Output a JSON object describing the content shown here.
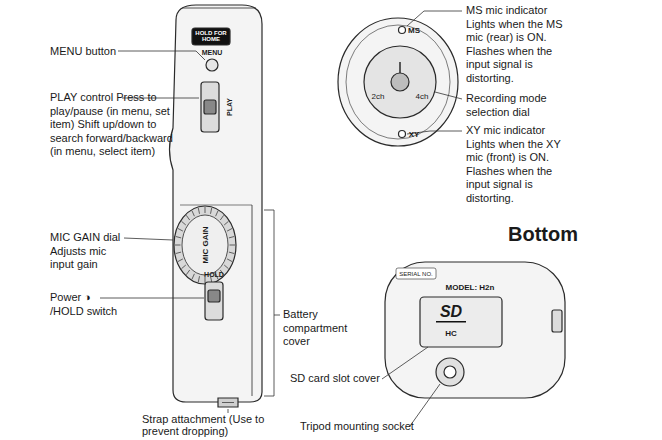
{
  "diagram": {
    "labels": [
      "MENU button",
      "PLAY control Press to play/pause (in menu, set item) Shift up/down to search forward/backward (in menu, select item)",
      "MIC GAIN dial Adjusts mic input gain",
      "Power ◑ /HOLD switch",
      "Strap attachment (Use to prevent dropping)",
      "Battery compartment cover",
      "MS mic indicator Lights when the MS mic (rear) is ON. Flashes when the input signal is distorting.",
      "Recording mode selection dial",
      "XY mic indicator Lights when the XY mic (front) is ON. Flashes when the input signal is distorting.",
      "Bottom",
      "SD card slot cover",
      "Tripod mounting socket",
      "HOLD FOR HOME",
      "MENU",
      "PLAY",
      "MIC GAIN",
      "HOLD",
      "MS",
      "XY",
      "2ch",
      "4ch",
      "SERIAL NO.",
      "MODEL: H2n",
      "SD",
      "HC"
    ]
  }
}
